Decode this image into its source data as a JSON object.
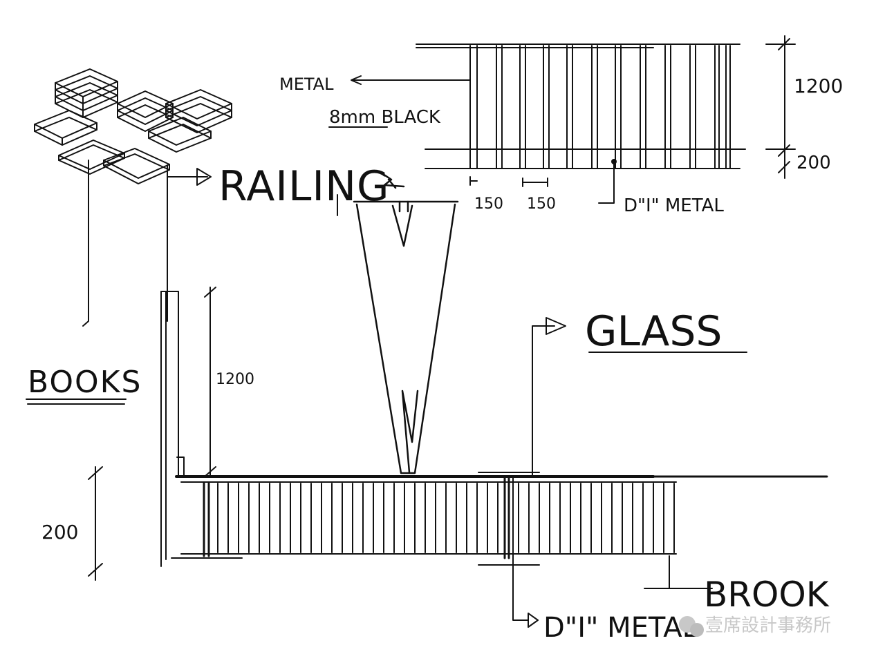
{
  "labels": {
    "metal": "METAL",
    "black": "8mm BLACK",
    "railing": "RAILING",
    "books": "BOOKS",
    "glass": "GLASS",
    "i_metal_top": "D\"I\" METAL",
    "i_metal_bottom": "D\"I\" METAL",
    "brook": "BROOK"
  },
  "dimensions": {
    "elev_height": "1200",
    "elev_base": "200",
    "spacing_a": "150",
    "spacing_b": "150",
    "section_height": "1200",
    "section_base": "200"
  },
  "watermark": {
    "text": "壹席設計事務所"
  },
  "icons": {
    "watermark": "wechat-icon"
  }
}
